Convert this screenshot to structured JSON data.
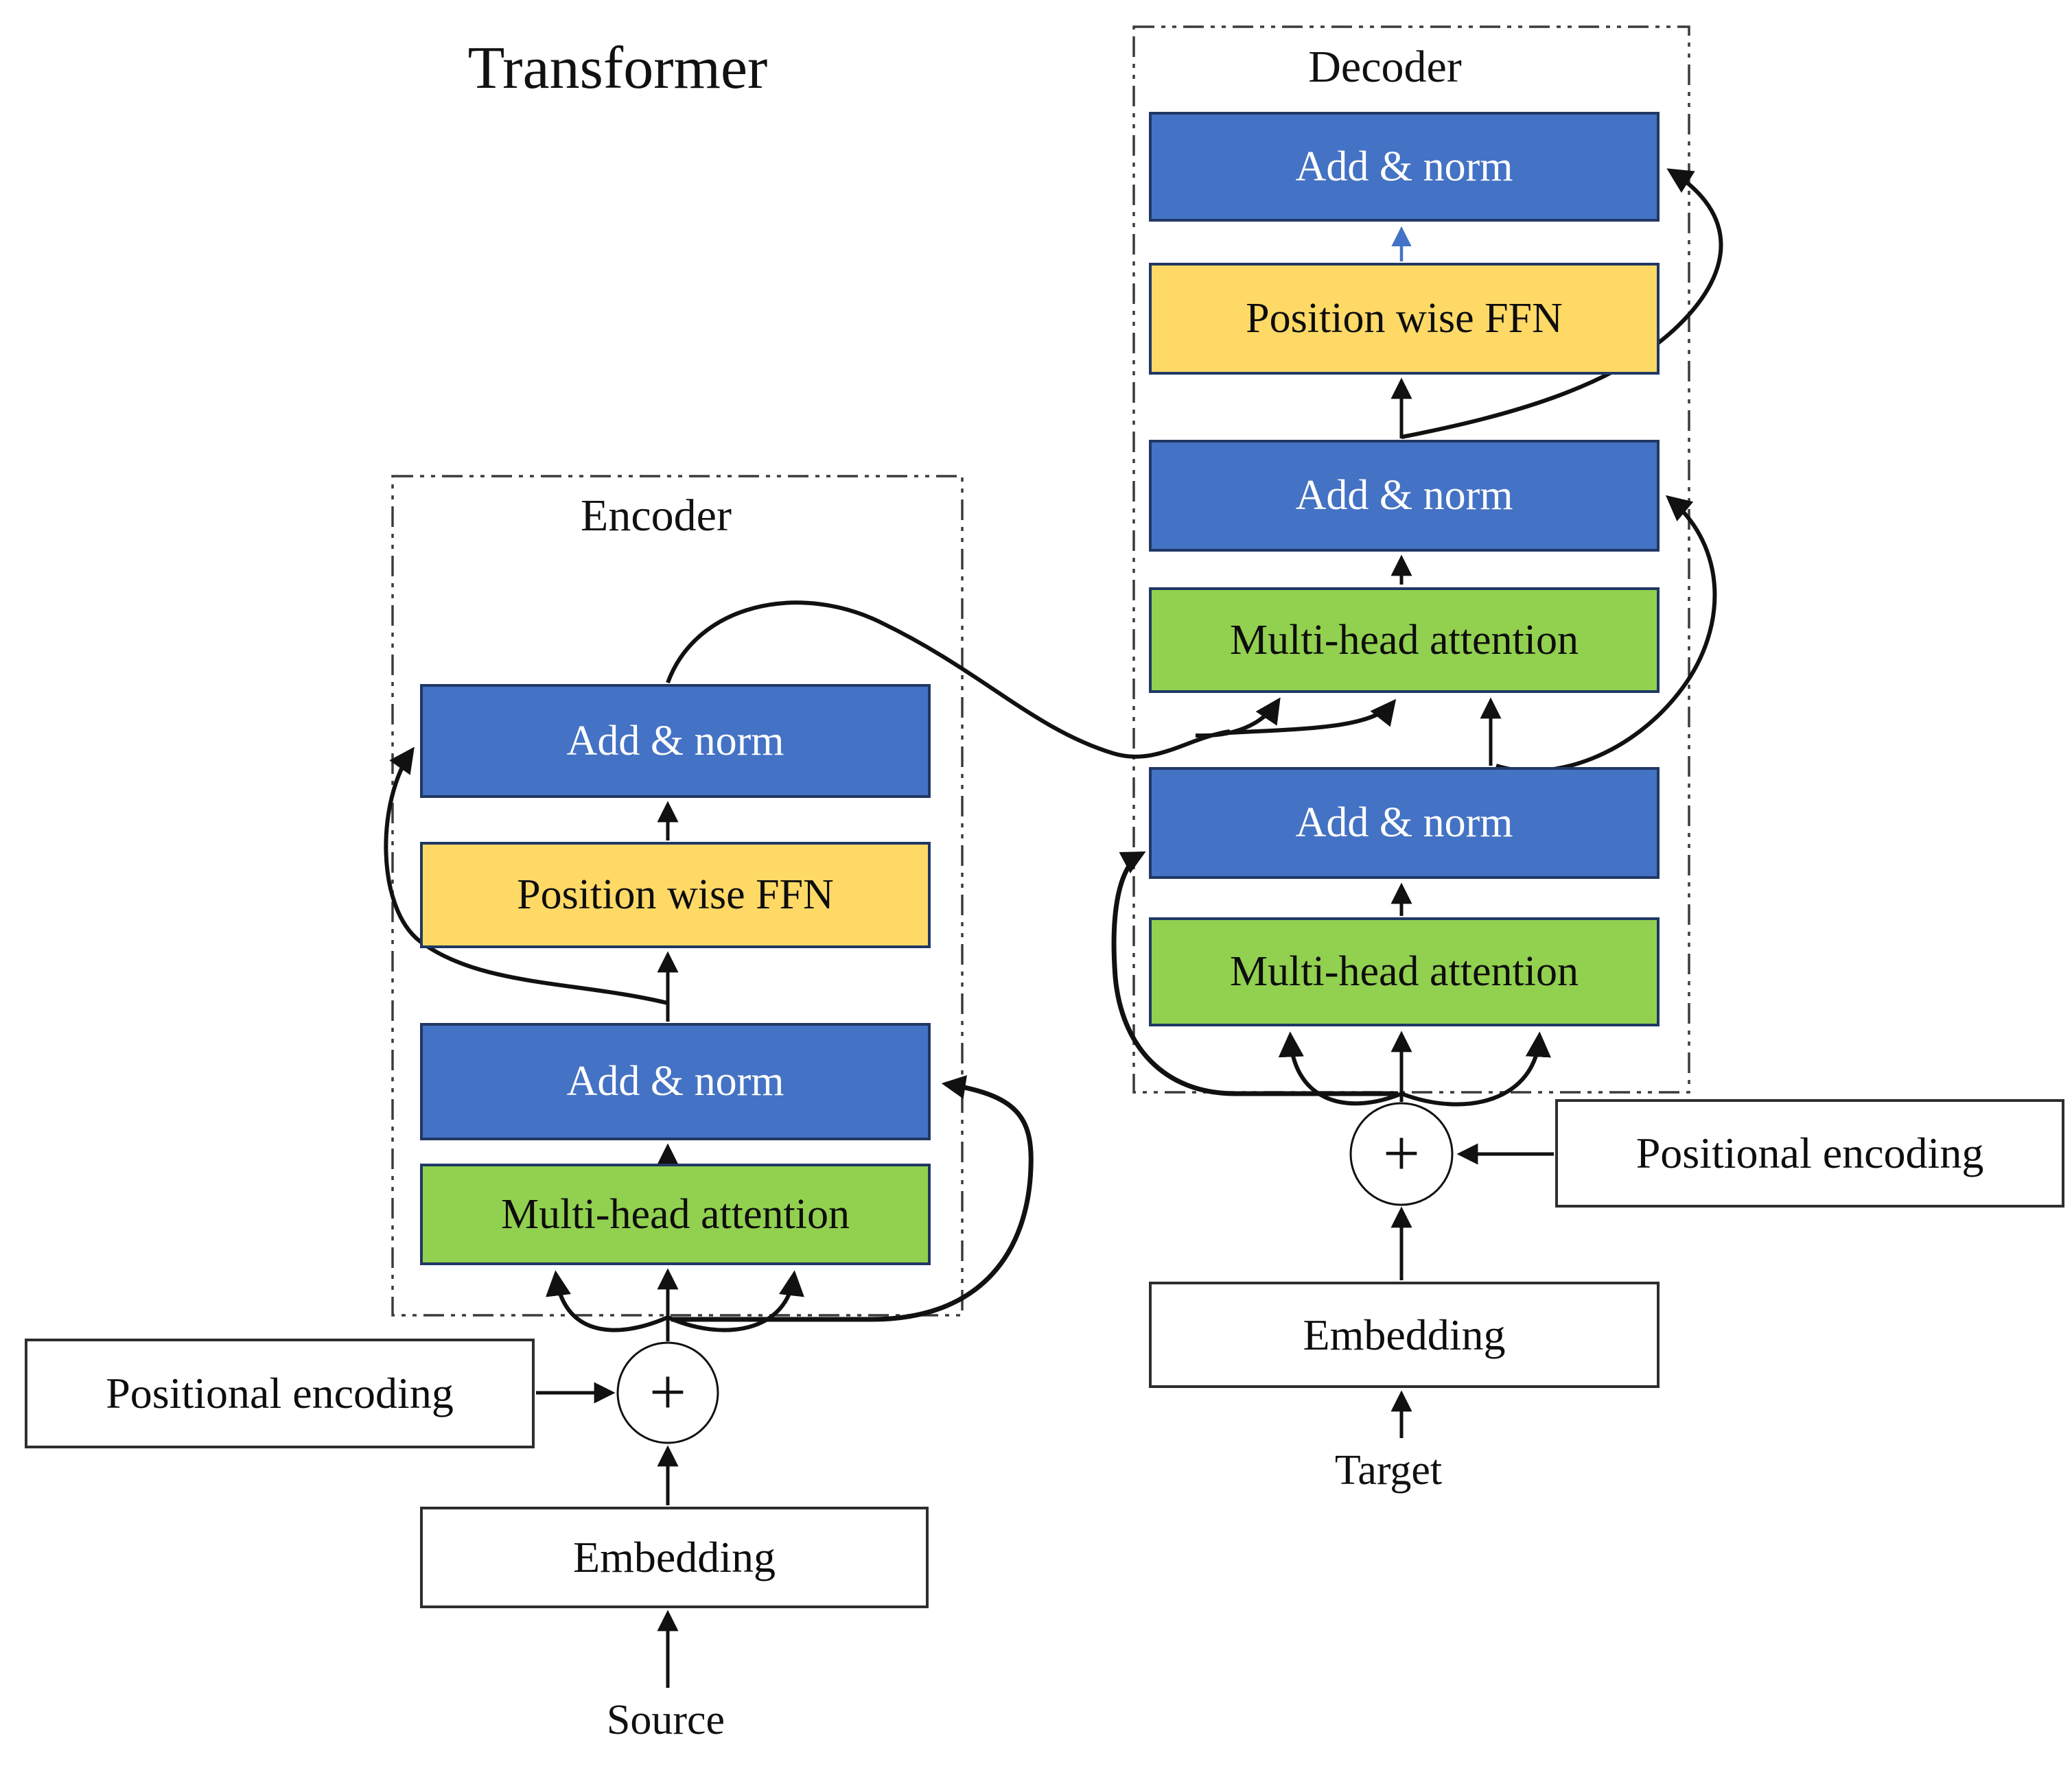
{
  "title": "Transformer",
  "plus": "+",
  "colors": {
    "block_blue": "#4472c4",
    "block_green": "#92d050",
    "block_yellow": "#ffd966",
    "block_border": "#203864",
    "arrow_black": "#111111",
    "arrow_blue": "#4472c4",
    "background": "#ffffff"
  },
  "encoder": {
    "label": "Encoder",
    "blocks": [
      {
        "label": "Add & norm",
        "type": "add-norm"
      },
      {
        "label": "Position wise FFN",
        "type": "ffn"
      },
      {
        "label": "Add & norm",
        "type": "add-norm"
      },
      {
        "label": "Multi-head attention",
        "type": "attention"
      }
    ],
    "positional_encoding_label": "Positional encoding",
    "embedding_label": "Embedding",
    "input_label": "Source"
  },
  "decoder": {
    "label": "Decoder",
    "blocks": [
      {
        "label": "Add & norm",
        "type": "add-norm"
      },
      {
        "label": "Position wise FFN",
        "type": "ffn"
      },
      {
        "label": "Add & norm",
        "type": "add-norm"
      },
      {
        "label": "Multi-head attention",
        "type": "attention"
      },
      {
        "label": "Add & norm",
        "type": "add-norm"
      },
      {
        "label": "Multi-head attention",
        "type": "attention"
      }
    ],
    "positional_encoding_label": "Positional encoding",
    "embedding_label": "Embedding",
    "input_label": "Target"
  }
}
